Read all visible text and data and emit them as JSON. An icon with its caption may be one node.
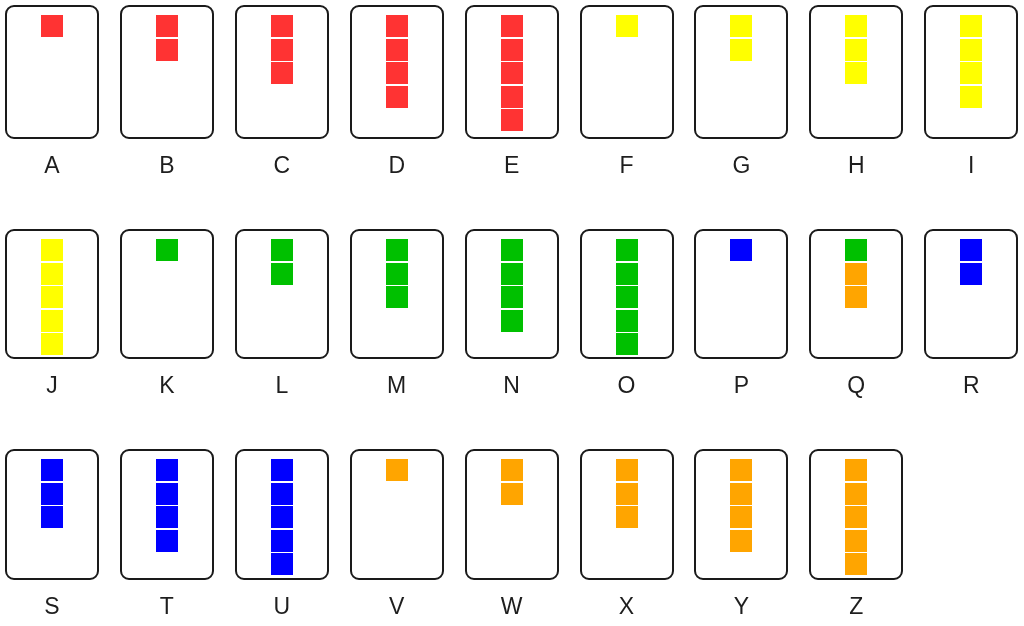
{
  "diagram": {
    "nodes": [
      {
        "text": [],
        "shape": "box",
        "beside": [
          "A"
        ]
      },
      {
        "text": [],
        "shape": "box",
        "in": 0
      },
      {
        "text": [],
        "shape": "box",
        "beside": [
          "B"
        ]
      },
      {
        "text": [],
        "shape": "box",
        "in": 2
      },
      {
        "text": [],
        "shape": "box",
        "in": 2
      },
      {
        "text": [],
        "shape": "box",
        "beside": [
          "C"
        ]
      },
      {
        "text": [],
        "shape": "box",
        "in": 5
      },
      {
        "text": [],
        "shape": "box",
        "in": 5
      },
      {
        "text": [],
        "shape": "box",
        "in": 5
      },
      {
        "text": [],
        "shape": "box",
        "beside": [
          "D"
        ]
      },
      {
        "text": [],
        "shape": "box",
        "in": 9
      },
      {
        "text": [],
        "shape": "box",
        "in": 9
      },
      {
        "text": [],
        "shape": "box",
        "in": 9
      },
      {
        "text": [],
        "shape": "box",
        "in": 9
      },
      {
        "text": [],
        "shape": "box",
        "beside": [
          "E"
        ]
      },
      {
        "text": [],
        "shape": "box",
        "in": 14
      },
      {
        "text": [],
        "shape": "box",
        "in": 14
      },
      {
        "text": [],
        "shape": "box",
        "in": 14
      },
      {
        "text": [],
        "shape": "box",
        "in": 14
      },
      {
        "text": [],
        "shape": "box",
        "in": 14
      },
      {
        "text": [],
        "shape": "box",
        "beside": [
          "F"
        ]
      },
      {
        "text": [],
        "shape": "box",
        "in": 20
      },
      {
        "text": [],
        "shape": "box",
        "beside": [
          "G"
        ]
      },
      {
        "text": [],
        "shape": "box",
        "in": 22
      },
      {
        "text": [],
        "shape": "box",
        "in": 22
      },
      {
        "text": [],
        "shape": "box",
        "beside": [
          "H"
        ]
      },
      {
        "text": [],
        "shape": "box",
        "in": 25
      },
      {
        "text": [],
        "shape": "box",
        "in": 25
      },
      {
        "text": [],
        "shape": "box",
        "in": 25
      },
      {
        "text": [],
        "shape": "box",
        "beside": [
          "I"
        ]
      },
      {
        "text": [],
        "shape": "box",
        "in": 29
      },
      {
        "text": [],
        "shape": "box",
        "in": 29
      },
      {
        "text": [],
        "shape": "box",
        "in": 29
      },
      {
        "text": [],
        "shape": "box",
        "in": 29
      },
      {
        "text": [],
        "shape": "box",
        "beside": [
          "J"
        ]
      },
      {
        "text": [],
        "shape": "box",
        "in": 34
      },
      {
        "text": [],
        "shape": "box",
        "in": 34
      },
      {
        "text": [],
        "shape": "box",
        "in": 34
      },
      {
        "text": [],
        "shape": "box",
        "in": 34
      },
      {
        "text": [],
        "shape": "box",
        "in": 34
      },
      {
        "text": [],
        "shape": "box",
        "beside": [
          "K"
        ]
      },
      {
        "text": [],
        "shape": "box",
        "in": 40
      },
      {
        "text": [],
        "shape": "box",
        "beside": [
          "L"
        ]
      },
      {
        "text": [],
        "shape": "box",
        "in": 42
      },
      {
        "text": [],
        "shape": "box",
        "in": 42
      },
      {
        "text": [],
        "shape": "box",
        "beside": [
          "M"
        ]
      },
      {
        "text": [],
        "shape": "box",
        "in": 45
      },
      {
        "text": [],
        "shape": "box",
        "in": 45
      },
      {
        "text": [],
        "shape": "box",
        "in": 45
      },
      {
        "text": [],
        "shape": "box",
        "beside": [
          "N"
        ]
      },
      {
        "text": [],
        "shape": "box",
        "in": 49
      },
      {
        "text": [],
        "shape": "box",
        "in": 49
      },
      {
        "text": [],
        "shape": "box",
        "in": 49
      },
      {
        "text": [],
        "shape": "box",
        "in": 49
      },
      {
        "text": [],
        "shape": "box",
        "beside": [
          "O"
        ]
      },
      {
        "text": [],
        "shape": "box",
        "in": 54
      },
      {
        "text": [],
        "shape": "box",
        "in": 54
      },
      {
        "text": [],
        "shape": "box",
        "in": 54
      },
      {
        "text": [],
        "shape": "box",
        "in": 54
      },
      {
        "text": [],
        "shape": "box",
        "in": 54
      },
      {
        "text": [],
        "shape": "box",
        "beside": [
          "P"
        ]
      },
      {
        "text": [],
        "shape": "box",
        "in": 60
      },
      {
        "text": [],
        "shape": "box",
        "beside": [
          "Q"
        ]
      },
      {
        "text": [],
        "shape": "box",
        "in": 62
      },
      {
        "text": [],
        "shape": "box",
        "in": 62
      },
      {
        "text": [],
        "shape": "box",
        "in": 62
      },
      {
        "text": [],
        "shape": "box",
        "beside": [
          "R"
        ]
      },
      {
        "text": [],
        "shape": "box",
        "in": 66
      },
      {
        "text": [],
        "shape": "box",
        "in": 66
      },
      {
        "text": [],
        "shape": "box",
        "beside": [
          "S"
        ]
      },
      {
        "text": [],
        "shape": "box",
        "in": 69
      },
      {
        "text": [],
        "shape": "box",
        "in": 69
      },
      {
        "text": [],
        "shape": "box",
        "in": 69
      },
      {
        "text": [],
        "shape": "box",
        "beside": [
          "T"
        ]
      },
      {
        "text": [],
        "shape": "box",
        "in": 73
      },
      {
        "text": [],
        "shape": "box",
        "in": 73
      },
      {
        "text": [],
        "shape": "box",
        "in": 73
      },
      {
        "text": [],
        "shape": "box",
        "in": 73
      },
      {
        "text": [],
        "shape": "box",
        "beside": [
          "U"
        ]
      },
      {
        "text": [],
        "shape": "box",
        "in": 78
      },
      {
        "text": [],
        "shape": "box",
        "in": 78
      },
      {
        "text": [],
        "shape": "box",
        "in": 78
      },
      {
        "text": [],
        "shape": "box",
        "in": 78
      },
      {
        "text": [],
        "shape": "box",
        "in": 78
      },
      {
        "text": [],
        "shape": "box",
        "beside": [
          "V"
        ]
      },
      {
        "text": [],
        "shape": "box",
        "in": 84
      },
      {
        "text": [],
        "shape": "box",
        "beside": [
          "W"
        ]
      },
      {
        "text": [],
        "shape": "box",
        "in": 86
      },
      {
        "text": [],
        "shape": "box",
        "in": 86
      },
      {
        "text": [],
        "shape": "box",
        "beside": [
          "X"
        ]
      },
      {
        "text": [],
        "shape": "box",
        "in": 89
      },
      {
        "text": [],
        "shape": "box",
        "in": 89
      },
      {
        "text": [],
        "shape": "box",
        "in": 89
      },
      {
        "text": [],
        "shape": "box",
        "beside": [
          "Y"
        ]
      },
      {
        "text": [],
        "shape": "box",
        "in": 93
      },
      {
        "text": [],
        "shape": "box",
        "in": 93
      },
      {
        "text": [],
        "shape": "box",
        "in": 93
      },
      {
        "text": [],
        "shape": "box",
        "in": 93
      },
      {
        "text": [],
        "shape": "box",
        "beside": [
          "Z"
        ]
      },
      {
        "text": [],
        "shape": "box",
        "in": 98
      },
      {
        "text": [],
        "shape": "box",
        "in": 98
      },
      {
        "text": [],
        "shape": "box",
        "in": 98
      },
      {
        "text": [],
        "shape": "box",
        "in": 98
      },
      {
        "text": [],
        "shape": "box",
        "in": 98
      }
    ]
  }
}
